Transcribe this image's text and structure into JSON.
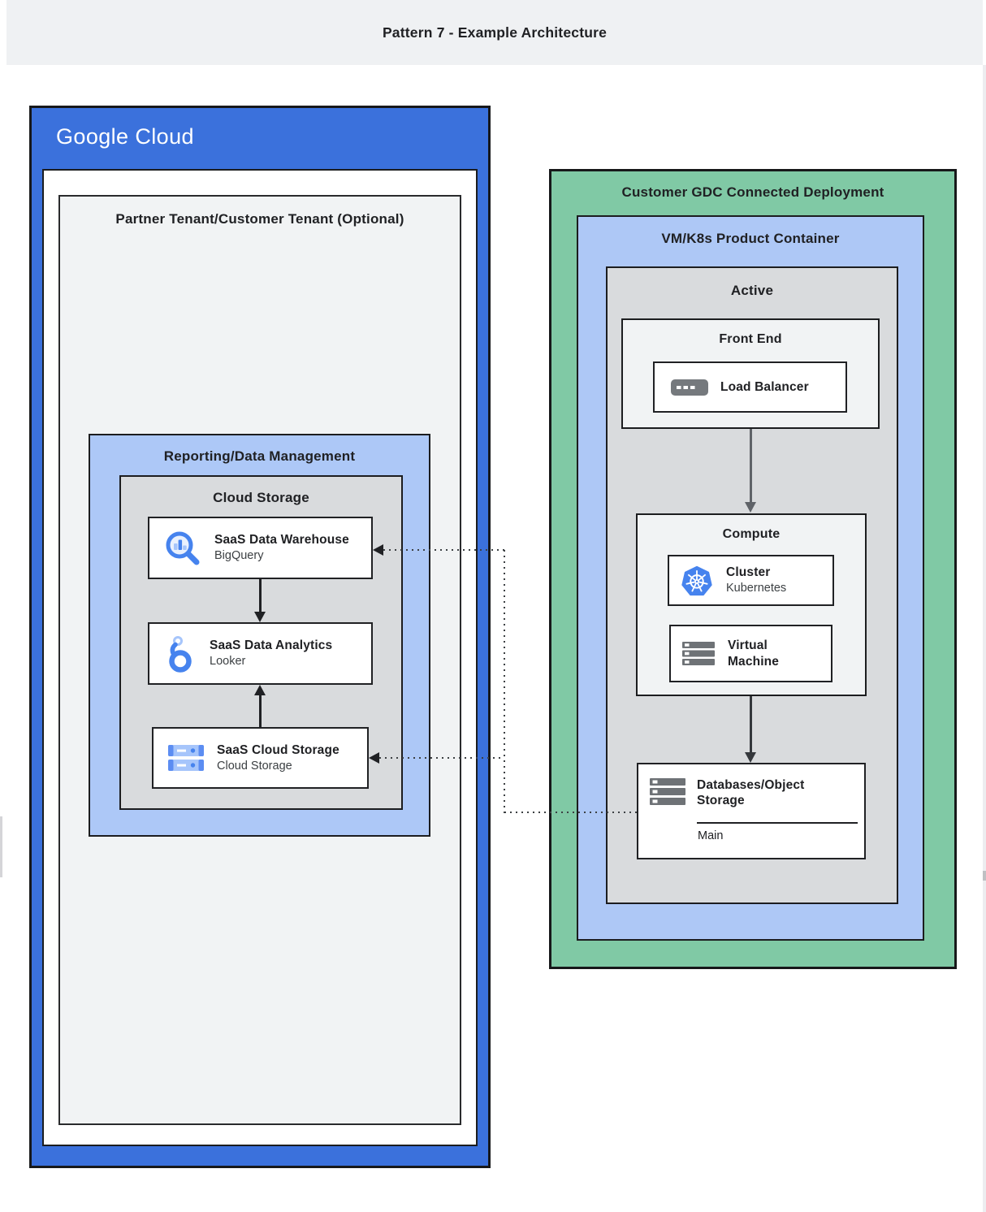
{
  "header": {
    "title": "Pattern 7 - Example Architecture"
  },
  "google_cloud": {
    "logo_text": "Google Cloud",
    "partner_tenant_title": "Partner Tenant/Customer Tenant (Optional)",
    "reporting_title": "Reporting/Data Management",
    "cloud_storage_title": "Cloud Storage",
    "warehouse_card": {
      "title": "SaaS Data Warehouse",
      "subtitle": "BigQuery",
      "icon": "bigquery-search-icon"
    },
    "analytics_card": {
      "title": "SaaS Data Analytics",
      "subtitle": "Looker",
      "icon": "looker-icon"
    },
    "storage_card": {
      "title": "SaaS Cloud Storage",
      "subtitle": "Cloud Storage",
      "icon": "storage-servers-icon"
    }
  },
  "gdc": {
    "title": "Customer GDC Connected Deployment",
    "vmk8s_title": "VM/K8s Product Container",
    "active_title": "Active",
    "front_end_title": "Front End",
    "load_balancer_card": {
      "title": "Load Balancer",
      "icon": "load-balancer-icon"
    },
    "compute_title": "Compute",
    "cluster_card": {
      "title": "Cluster",
      "subtitle": "Kubernetes",
      "icon": "kubernetes-icon"
    },
    "vm_card": {
      "title": "Virtual Machine",
      "icon": "virtual-machine-icon"
    },
    "databases_card": {
      "title": "Databases/Object Storage",
      "section_label": "Main",
      "icon": "databases-icon"
    }
  },
  "colors": {
    "google_cloud_blue": "#3B71DC",
    "light_blue_panel": "#AEC8F6",
    "green_panel": "#80C9A5",
    "gray_panel": "#D9DBDD",
    "light_gray_panel": "#F1F3F4",
    "border_dark": "#1A1C1E",
    "accent_blue": "#4683EE",
    "icon_gray": "#6E7276"
  }
}
